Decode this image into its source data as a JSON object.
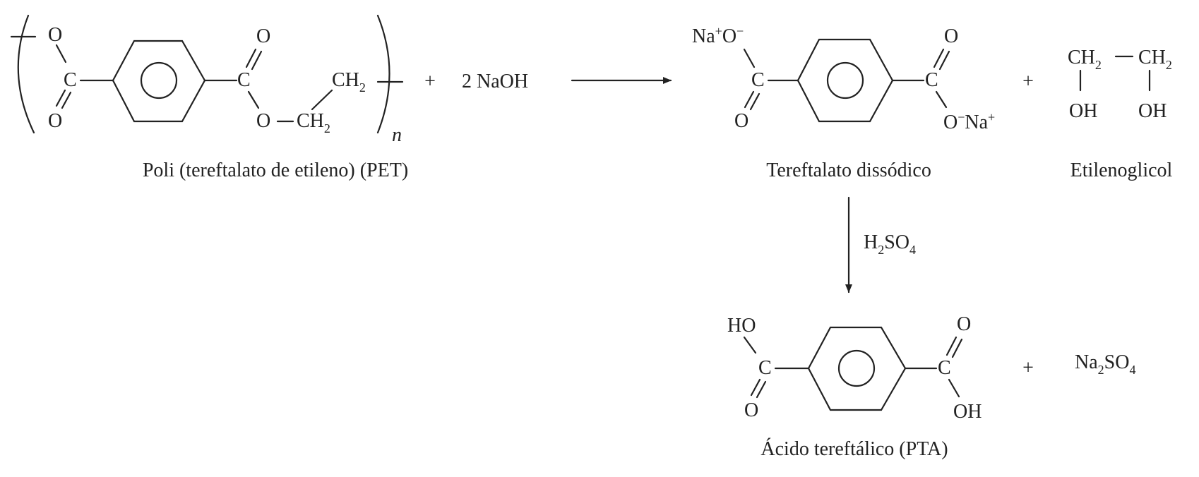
{
  "structures": {
    "pet": {
      "caption": "Poli (tereftalato de etileno) (PET)",
      "atoms": {
        "o_top_left": "O",
        "c_left": "C",
        "o_bottom_left": "O",
        "o_top_right": "O",
        "c_right": "C",
        "o_ester": "O",
        "ch2_lower": "CH",
        "ch2_lower_sub": "2",
        "ch2_upper": "CH",
        "ch2_upper_sub": "2",
        "repeat_n": "n"
      }
    },
    "naoh": {
      "label": "2 NaOH"
    },
    "disodium_terephthalate": {
      "caption": "Tereftalato dissódico",
      "atoms": {
        "na_left": "Na",
        "na_left_sup": "+",
        "o_left": "O",
        "o_left_sup": "−",
        "c_left": "C",
        "o_bottom_left": "O",
        "o_top_right": "O",
        "c_right": "C",
        "o_right": "O",
        "o_right_sup": "−",
        "na_right": "Na",
        "na_right_sup": "+"
      }
    },
    "ethylene_glycol": {
      "caption": "Etilenoglicol",
      "atoms": {
        "ch2_left": "CH",
        "ch2_left_sub": "2",
        "ch2_right": "CH",
        "ch2_right_sub": "2",
        "oh_left": "OH",
        "oh_right": "OH"
      }
    },
    "terephthalic_acid": {
      "caption": "Ácido tereftálico (PTA)",
      "atoms": {
        "ho_left": "HO",
        "c_left": "C",
        "o_bottom_left": "O",
        "o_top_right": "O",
        "c_right": "C",
        "oh_right": "OH"
      }
    },
    "sodium_sulfate": {
      "na": "Na",
      "na_sub": "2",
      "so": "SO",
      "so_sub": "4"
    }
  },
  "operators": {
    "plus_1": "+",
    "plus_2": "+",
    "plus_3": "+"
  },
  "reagent": {
    "h": "H",
    "h_sub": "2",
    "so": "SO",
    "so_sub": "4"
  }
}
